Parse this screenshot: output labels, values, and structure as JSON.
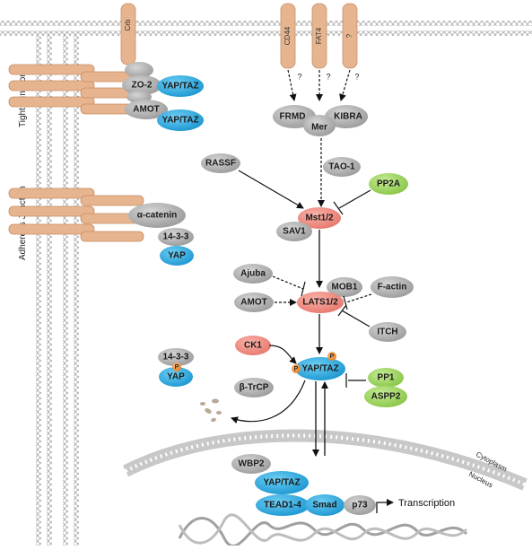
{
  "colors": {
    "gray_node": "#a9a9a9",
    "blue_node": "#29a9e1",
    "red_node": "#f08c80",
    "green_node": "#9bd15c",
    "tan_receptor": "#e6b48f",
    "orange_phospho": "#f28c28",
    "membrane": "#bdbdbd"
  },
  "junction_labels": {
    "tight": "Tight Junction",
    "adherens": "Adherens Junction"
  },
  "receptors": {
    "crb": "Crb",
    "cd44": "CD44",
    "fat4": "FAT4",
    "unknown": "?"
  },
  "question_marks": {
    "q1": "?",
    "q2": "?",
    "q3": "?"
  },
  "tight_junction_nodes": {
    "zo2": "ZO-2",
    "yaptaz1": "YAP/TAZ",
    "amot": "AMOT",
    "yaptaz2": "YAP/TAZ"
  },
  "adherens_nodes": {
    "catenin": "α-catenin",
    "p1433": "14-3-3",
    "yap": "YAP"
  },
  "upstream_nodes": {
    "frmd": "FRMD",
    "mer": "Mer",
    "kibra": "KIBRA",
    "tao1": "TAO-1",
    "rassf": "RASSF",
    "pp2a": "PP2A"
  },
  "core_nodes": {
    "mst": "Mst1/2",
    "sav1": "SAV1",
    "ajuba": "Ajuba",
    "mob1": "MOB1",
    "factin": "F-actin",
    "amot2": "AMOT",
    "lats": "LATS1/2",
    "itch": "ITCH"
  },
  "yap_regulation": {
    "ck1": "CK1",
    "p1433b": "14-3-3",
    "p_label": "P",
    "yap_b": "YAP",
    "yaptaz": "YAP/TAZ",
    "btrcp": "β-TrCP",
    "pp1": "PP1",
    "aspp2": "ASPP2"
  },
  "compartments": {
    "cytoplasm": "Cytoplasm",
    "nucleus": "Nucleus"
  },
  "nuclear_nodes": {
    "wbp2": "WBP2",
    "yaptaz_n": "YAP/TAZ",
    "tead": "TEAD1-4",
    "smad": "Smad",
    "p73": "p73",
    "transcription": "Transcription"
  }
}
